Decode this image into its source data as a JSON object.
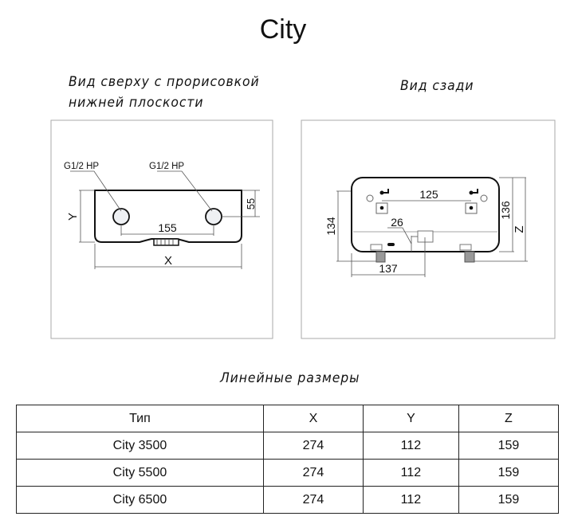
{
  "title": "City",
  "top_view": {
    "caption_line1": "Вид сверху с прорисовкой",
    "caption_line2": "нижней плоскости",
    "connection_left": "G1/2 HP",
    "connection_right": "G1/2 HP",
    "dim_depth_offset": "55",
    "dim_pipe_spacing": "155",
    "dim_width": "X",
    "dim_depth": "Y"
  },
  "rear_view": {
    "caption": "Вид сзади",
    "dim_mount_spacing": "125",
    "dim_left_height": "134",
    "dim_right_height": "136",
    "dim_height": "Z",
    "dim_offset": "26",
    "dim_bottom": "137"
  },
  "table": {
    "caption": "Линейные размеры",
    "headers": [
      "Тип",
      "X",
      "Y",
      "Z"
    ],
    "rows": [
      [
        "City 3500",
        "274",
        "112",
        "159"
      ],
      [
        "City 5500",
        "274",
        "112",
        "159"
      ],
      [
        "City 6500",
        "274",
        "112",
        "159"
      ]
    ]
  }
}
